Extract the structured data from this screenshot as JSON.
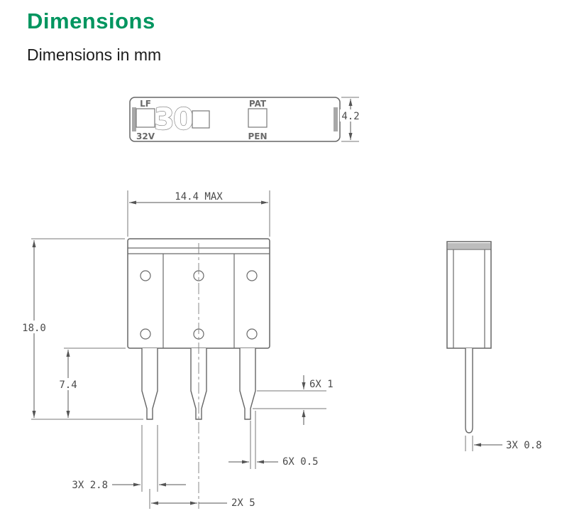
{
  "header": {
    "title": "Dimensions",
    "subtitle": "Dimensions in mm"
  },
  "colors": {
    "title_green": "#00955f",
    "line_gray": "#666666",
    "dim_text_gray": "#4a4a4a"
  },
  "top_view": {
    "markings": {
      "left_top": "LF",
      "left_bottom": "32V",
      "rating": "30",
      "right_top": "PAT",
      "right_bottom": "PEN"
    },
    "dim_height": "4.2"
  },
  "front_view": {
    "dim_width": "14.4 MAX",
    "dim_overall_height": "18.0",
    "dim_terminal_length": "7.4",
    "dim_terminal_thickness": "6X 1",
    "dim_tip_inset": "6X 0.5",
    "dim_terminal_width": "3X 2.8",
    "dim_terminal_pitch": "2X 5"
  },
  "side_view": {
    "dim_pin_width": "3X 0.8"
  }
}
